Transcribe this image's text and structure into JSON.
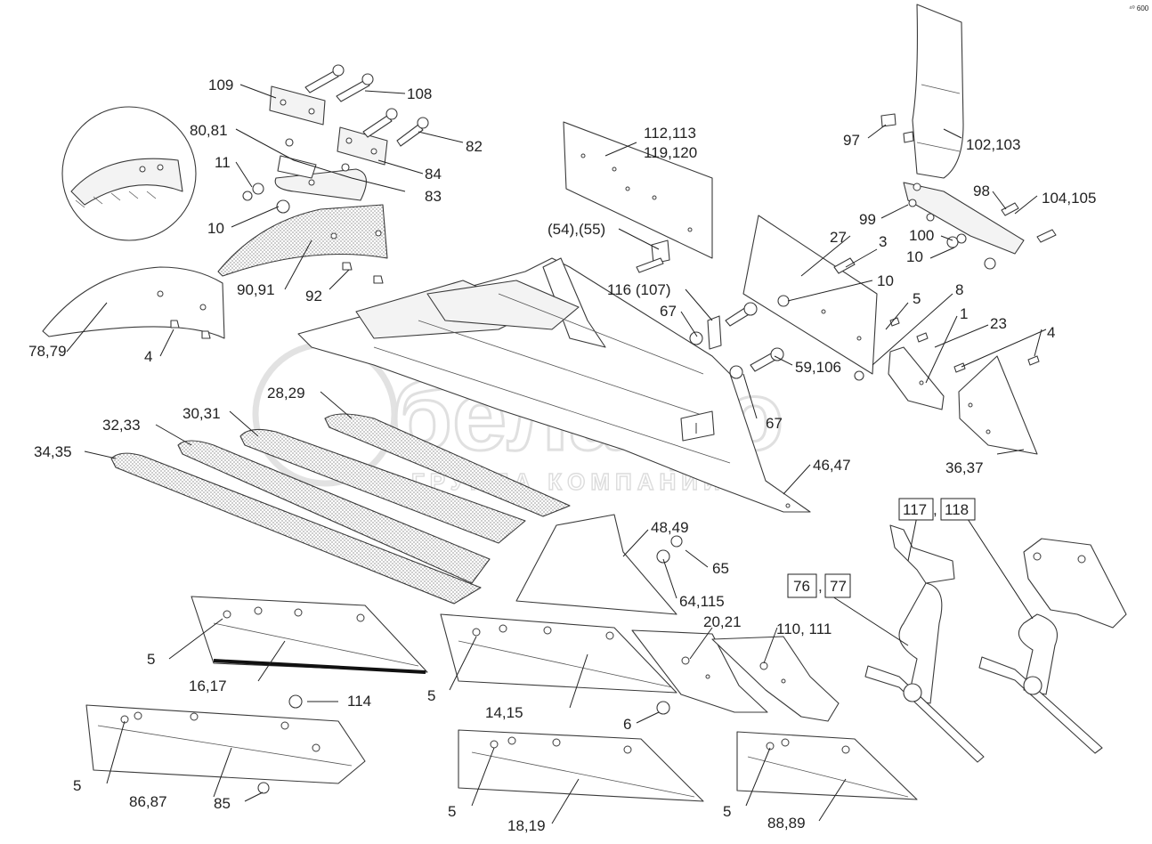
{
  "watermark": {
    "brand": "белагро",
    "tagline": "ГРУППА КОМПАНИЙ"
  },
  "corner_mark": "⁴⁰ 600",
  "colors": {
    "line": "#3a3a3a",
    "label": "#222222",
    "watermark": "#e0e0e0"
  },
  "labels": {
    "l109": "109",
    "l108": "108",
    "l8081": "80,81",
    "l82": "82",
    "l11": "11",
    "l84": "84",
    "l83": "83",
    "l10a": "10",
    "l9091": "90,91",
    "l92": "92",
    "l7879": "78,79",
    "l4a": "4",
    "l112": "112,113",
    "l119": "119,120",
    "l5455": "(54),(55)",
    "l116": "116 (107)",
    "l67a": "67",
    "l59": "59,106",
    "l67b": "67",
    "l97": "97",
    "l102": "102,103",
    "l98": "98",
    "l104": "104,105",
    "l99": "99",
    "l100": "100",
    "l10b": "10",
    "l27": "27",
    "l3": "3",
    "l10c": "10",
    "l5a": "5",
    "l8": "8",
    "l1": "1",
    "l23": "23",
    "l4b": "4",
    "l3637": "36,37",
    "l4647": "46,47",
    "l2829": "28,29",
    "l3031": "30,31",
    "l3233": "32,33",
    "l3435": "34,35",
    "l4849": "48,49",
    "l65": "65",
    "l64": "64,115",
    "l117": "117",
    "l118": "118",
    "l76": "76",
    "l77": "77",
    "l2021": "20,21",
    "l110": "110, 111",
    "l5b": "5",
    "l1617": "16,17",
    "l114": "114",
    "l5c": "5",
    "l1415": "14,15",
    "l6": "6",
    "l5d": "5",
    "l8687": "86,87",
    "l85": "85",
    "l5e": "5",
    "l1819": "18,19",
    "l5f": "5",
    "l8889": "88,89",
    "lcomma1": ",",
    "lcomma2": ","
  }
}
